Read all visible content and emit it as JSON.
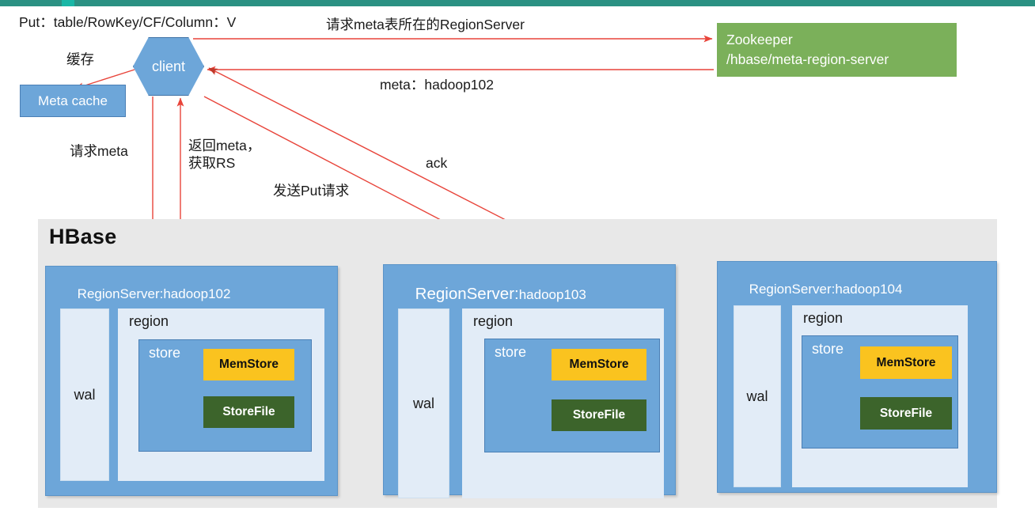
{
  "topbar": {
    "color": "#2b9183",
    "marker_color": "#19b7a6"
  },
  "palette": {
    "blue": "#6da6d9",
    "light_blue": "#e2ecf7",
    "green": "#7bb05a",
    "gray": "#e8e8e8",
    "memstore_yellow": "#fac31f",
    "storefile_green": "#3c642b",
    "arrow_red": "#e8443a"
  },
  "put_label": "Put：table/RowKey/CF/Column：V",
  "client": {
    "label": "client"
  },
  "meta_cache": {
    "label": "Meta cache"
  },
  "zookeeper": {
    "line1": "Zookeeper",
    "line2": "/hbase/meta-region-server"
  },
  "edge_labels": {
    "request_meta_regionserver": "请求meta表所在的RegionServer",
    "meta_hadoop102": "meta：hadoop102",
    "cache": "缓存",
    "request_meta": "请求meta",
    "return_meta_get_rs": "返回meta，\n获取RS",
    "send_put_request": "发送Put请求",
    "ack": "ack"
  },
  "hbase": {
    "title": "HBase",
    "region_servers": [
      {
        "title_prefix": "RegionServer:",
        "title_host": "hadoop102",
        "wal": "wal",
        "region": "region",
        "store": "store",
        "memstore": "MemStore",
        "storefile": "StoreFile"
      },
      {
        "title_prefix": "RegionServer:",
        "title_host": "hadoop103",
        "wal": "wal",
        "region": "region",
        "store": "store",
        "memstore": "MemStore",
        "storefile": "StoreFile"
      },
      {
        "title_prefix": "RegionServer:",
        "title_host": "hadoop104",
        "wal": "wal",
        "region": "region",
        "store": "store",
        "memstore": "MemStore",
        "storefile": "StoreFile"
      }
    ]
  }
}
